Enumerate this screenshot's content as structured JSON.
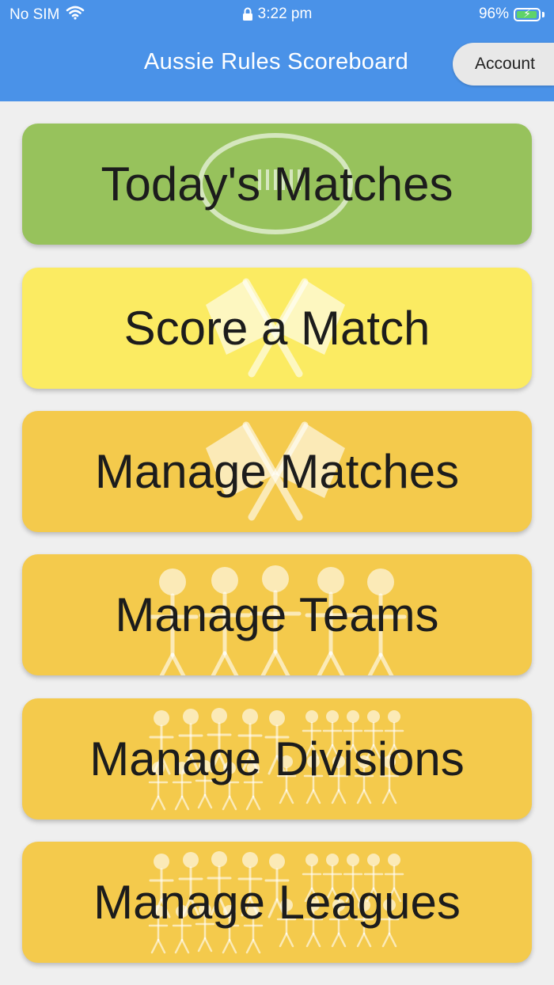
{
  "status_bar": {
    "carrier": "No SIM",
    "time": "3:22 pm",
    "battery": "96%",
    "battery_level": 0.96
  },
  "header": {
    "title": "Aussie Rules Scoreboard",
    "account_label": "Account"
  },
  "menu": [
    {
      "label": "Today's Matches",
      "color": "#97c25c",
      "icon": "football-oval-icon"
    },
    {
      "label": "Score a Match",
      "color": "#fbeb62",
      "icon": "umpire-flags-icon"
    },
    {
      "label": "Manage Matches",
      "color": "#f4ca4c",
      "icon": "umpire-flags-icon"
    },
    {
      "label": "Manage Teams",
      "color": "#f4ca4c",
      "icon": "stick-team-icon"
    },
    {
      "label": "Manage Divisions",
      "color": "#f4ca4c",
      "icon": "stick-crowd-icon"
    },
    {
      "label": "Manage Leagues",
      "color": "#f4ca4c",
      "icon": "stick-crowd-icon"
    }
  ],
  "colors": {
    "app_bar": "#4a92e8",
    "background": "#efefef"
  }
}
